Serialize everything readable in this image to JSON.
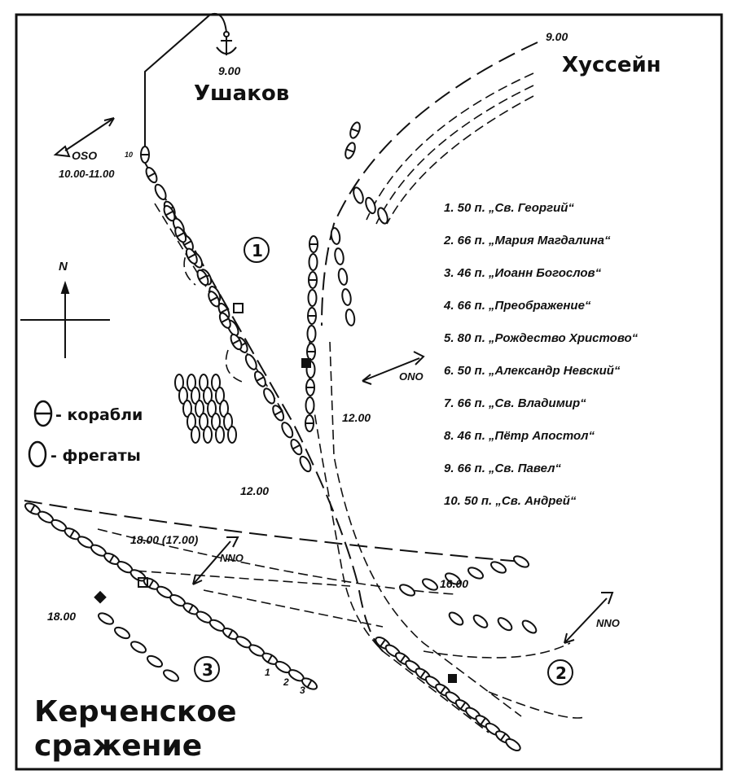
{
  "title": "Керченское сражение",
  "commanders": {
    "russian": "Ушаков",
    "turkish": "Хуссейн"
  },
  "times": {
    "anchor": "9.00",
    "turkish_start": "9.00",
    "column": "10.00-11.00",
    "noon_left": "12.00",
    "noon_right": "12.00",
    "evening_left": "18.00 (17.00)",
    "evening_far_left": "18.00",
    "afternoon": "16.00"
  },
  "winds": {
    "oso": "OSO",
    "ono": "ONO",
    "nno_left": "NNO",
    "nno_right": "NNO"
  },
  "compass": {
    "north": "N"
  },
  "phases": [
    "1",
    "2",
    "3"
  ],
  "lead_ship_number": "10",
  "bottom_ship_numbers": [
    "1",
    "2",
    "3"
  ],
  "legend": {
    "ships_of_line": "- корабли",
    "frigates": "- фрегаты"
  },
  "ship_list": [
    "1. 50 п. „Св. Георгий“",
    "2. 66 п. „Мария Магдалина“",
    "3. 46 п. „Иоанн Богослов“",
    "4. 66 п. „Преображение“",
    "5. 80 п. „Рождество Христово“",
    "6. 50 п. „Александр Невский“",
    "7. 66 п. „Св. Владимир“",
    "8. 46 п. „Пётр Апостол“",
    "9. 66 п. „Св. Павел“",
    "10. 50 п. „Св. Андрей“"
  ]
}
